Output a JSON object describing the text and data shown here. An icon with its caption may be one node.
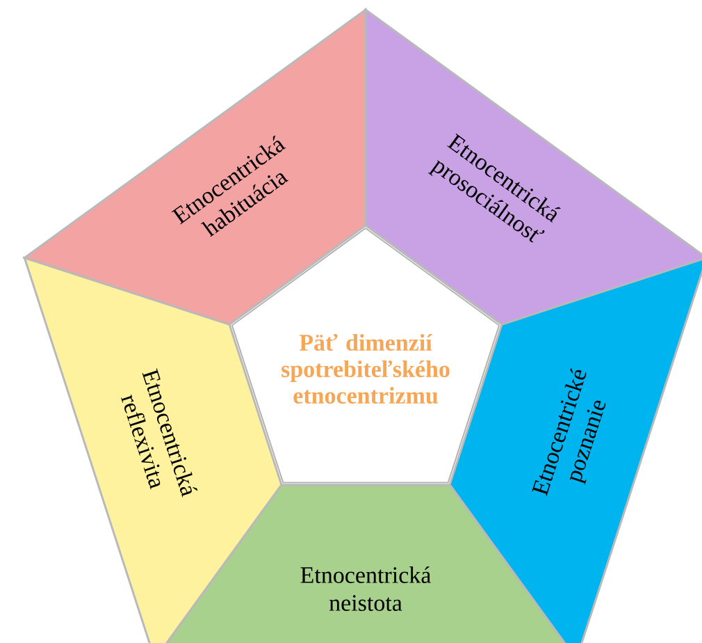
{
  "diagram": {
    "nodes": [
      {
        "text": [
          "Päť dimenzií spotrebiteľského etnocentrizmu"
        ]
      },
      {
        "text": [
          "Etnocentrická habituácia"
        ]
      },
      {
        "text": [
          "Etnocentrická prosociálnosť"
        ]
      },
      {
        "text": [
          "Etnocentrické poznanie"
        ]
      },
      {
        "text": [
          "Etnocentrická neistota"
        ]
      },
      {
        "text": [
          "Etnocentrická reflexivita"
        ]
      }
    ]
  }
}
